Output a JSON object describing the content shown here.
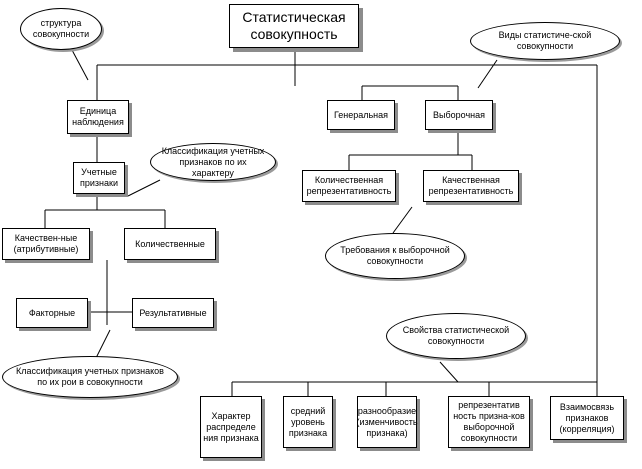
{
  "colors": {
    "line": "#000000",
    "shadow": "#8c8c8c",
    "background": "#ffffff"
  },
  "nodes": {
    "root": "Статистическая совокупность",
    "unit": "Единица наблюдения",
    "attributes": "Учетные признаки",
    "qualitative": "Качествен-ные (атрибутивные)",
    "quantitative": "Количественные",
    "factor": "Факторные",
    "result": "Результативные",
    "general": "Генеральная",
    "sample": "Выборочная",
    "quant_repr": "Количественная репрезентативность",
    "qual_repr": "Качественная репрезентативность",
    "distribution": "Характер распределе ния признака",
    "average": "средний уровень признака",
    "variety": "разнообразие (изменчивость признака)",
    "sample_repr": "репрезентатив ность призна-ков выборочной совокупности",
    "correlation": "Взаимосвязь признаков (корреляция)"
  },
  "callouts": {
    "structure": "структура совокупности",
    "types": "Виды статистиче-ской совокупности",
    "classification_nature": "Классификация учетных признаков по их характеру",
    "requirements": "Требования к выборочной совокупности",
    "properties": "Свойства статистической совокупности",
    "classification_role": "Классификация учетных признаков по их рои в совокупности"
  }
}
